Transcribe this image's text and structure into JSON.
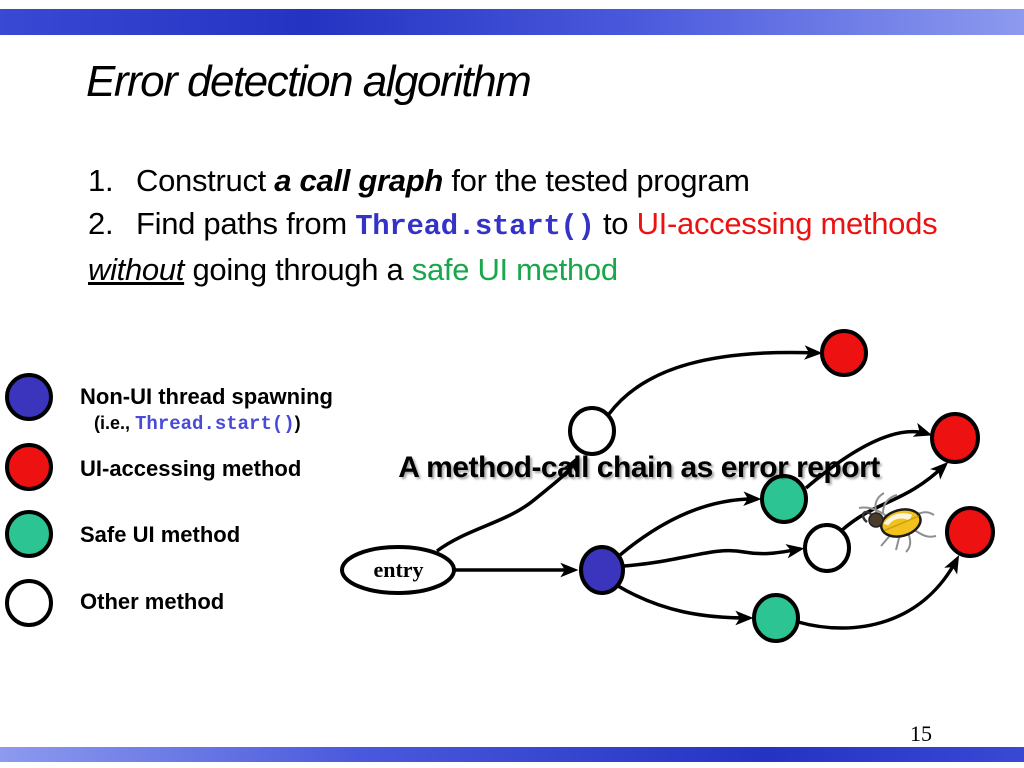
{
  "slide": {
    "title": "Error detection algorithm",
    "page_number": "15",
    "accent_color": "#2433c2",
    "background_color": "#ffffff"
  },
  "steps": {
    "item1": {
      "number": "1.",
      "lead": "Construct",
      "emphasis": "a call graph",
      "tail": "for the tested program"
    },
    "item2": {
      "number": "2.",
      "lead": "Find paths from",
      "code": "Thread.start()",
      "mid": "to",
      "highlight": "UI-accessing methods"
    },
    "item3": {
      "underlined": "without",
      "mid": "going through a",
      "highlight": "safe UI method"
    }
  },
  "text_colors": {
    "code_blue": "#3433c6",
    "red": "#ee1111",
    "green": "#18a74b",
    "legend_code_blue": "#4a4ada"
  },
  "legend": {
    "items": [
      {
        "label": "Non-UI thread spawning",
        "sub_pre": "(i.e.,",
        "sub_code": "Thread.start()",
        "sub_post": ")",
        "color": "#3b34bd"
      },
      {
        "label": "UI-accessing method",
        "color": "#ee1111"
      },
      {
        "label": "Safe UI method",
        "color": "#2cc492"
      },
      {
        "label": "Other method",
        "color": "#ffffff"
      }
    ]
  },
  "diagram": {
    "caption": "A method-call chain as error report",
    "entry_label": "entry",
    "node_colors": {
      "blue": "#3b34bd",
      "red": "#ee1111",
      "green": "#2cc492",
      "white": "#ffffff"
    },
    "nodes": [
      {
        "id": "entry",
        "type": "entry"
      },
      {
        "id": "white-1",
        "type": "other"
      },
      {
        "id": "red-1",
        "type": "ui-accessing"
      },
      {
        "id": "blue-1",
        "type": "thread-spawning"
      },
      {
        "id": "green-1",
        "type": "safe-ui"
      },
      {
        "id": "white-2",
        "type": "other"
      },
      {
        "id": "green-2",
        "type": "safe-ui"
      },
      {
        "id": "red-2",
        "type": "ui-accessing"
      },
      {
        "id": "red-3",
        "type": "ui-accessing"
      }
    ],
    "edges": [
      "entry->white-1",
      "white-1->red-1",
      "entry->blue-1",
      "blue-1->green-1",
      "blue-1->white-2",
      "blue-1->green-2",
      "green-1->red-2",
      "white-2->red-2",
      "green-2->red-3"
    ]
  },
  "icons": {
    "bug": "bug-icon"
  }
}
